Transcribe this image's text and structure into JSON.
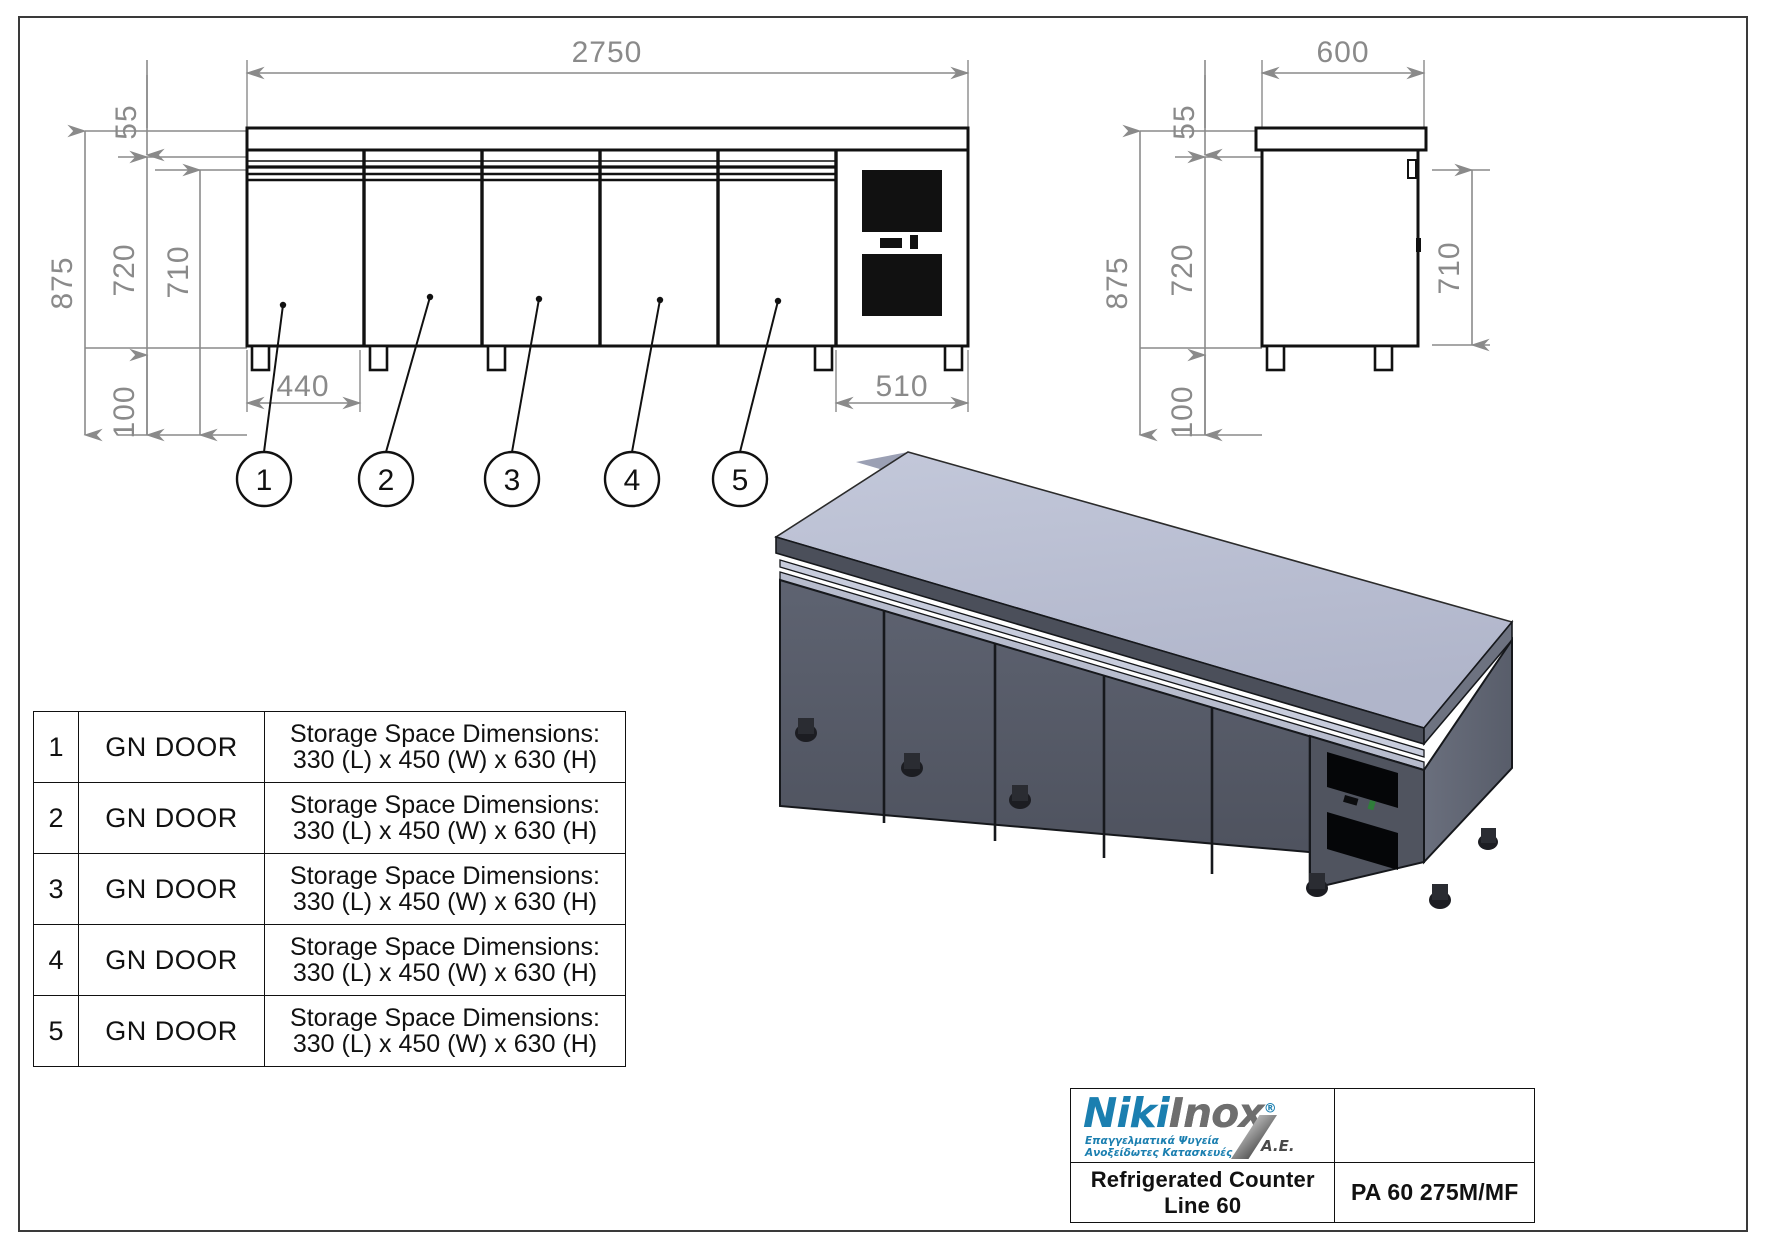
{
  "drawing": {
    "front_view": {
      "overall_length": "2750",
      "top_thickness": "55",
      "overall_height": "875",
      "body_height": "720",
      "door_height": "710",
      "leg_height": "100",
      "door_width": "440",
      "compressor_width": "510"
    },
    "side_view": {
      "depth": "600",
      "top_thickness": "55",
      "overall_height": "875",
      "body_height": "720",
      "door_height": "710",
      "leg_height": "100"
    },
    "balloons": [
      "1",
      "2",
      "3",
      "4",
      "5"
    ]
  },
  "parts_table": {
    "rows": [
      {
        "index": "1",
        "name": "GN DOOR",
        "desc_line1": "Storage Space Dimensions:",
        "desc_line2": "330 (L) x 450 (W) x 630 (H)"
      },
      {
        "index": "2",
        "name": "GN DOOR",
        "desc_line1": "Storage Space Dimensions:",
        "desc_line2": "330 (L) x 450 (W) x 630 (H)"
      },
      {
        "index": "3",
        "name": "GN DOOR",
        "desc_line1": "Storage Space Dimensions:",
        "desc_line2": "330 (L) x 450 (W) x 630 (H)"
      },
      {
        "index": "4",
        "name": "GN DOOR",
        "desc_line1": "Storage Space Dimensions:",
        "desc_line2": "330 (L) x 450 (W) x 630 (H)"
      },
      {
        "index": "5",
        "name": "GN DOOR",
        "desc_line1": "Storage Space Dimensions:",
        "desc_line2": "330 (L) x 450 (W) x 630 (H)"
      }
    ]
  },
  "title_block": {
    "logo_primary": "Niki",
    "logo_secondary": "Inox",
    "logo_registered": "®",
    "logo_subtitle_line1": "Επαγγελματικά Ψυγεία",
    "logo_subtitle_line2": "Ανοξείδωτες Κατασκευές",
    "logo_suffix": "A.E.",
    "product_name_line1": "Refrigerated Counter",
    "product_name_line2": "Line 60",
    "model_code": "PA 60 275M/MF"
  },
  "colors": {
    "dimension_gray": "#8a8a8a",
    "outline_black": "#111111",
    "render_top": "#b9bed1",
    "render_body": "#585d69",
    "render_dark": "#3f434d",
    "logo_blue": "#1b7fb0"
  }
}
